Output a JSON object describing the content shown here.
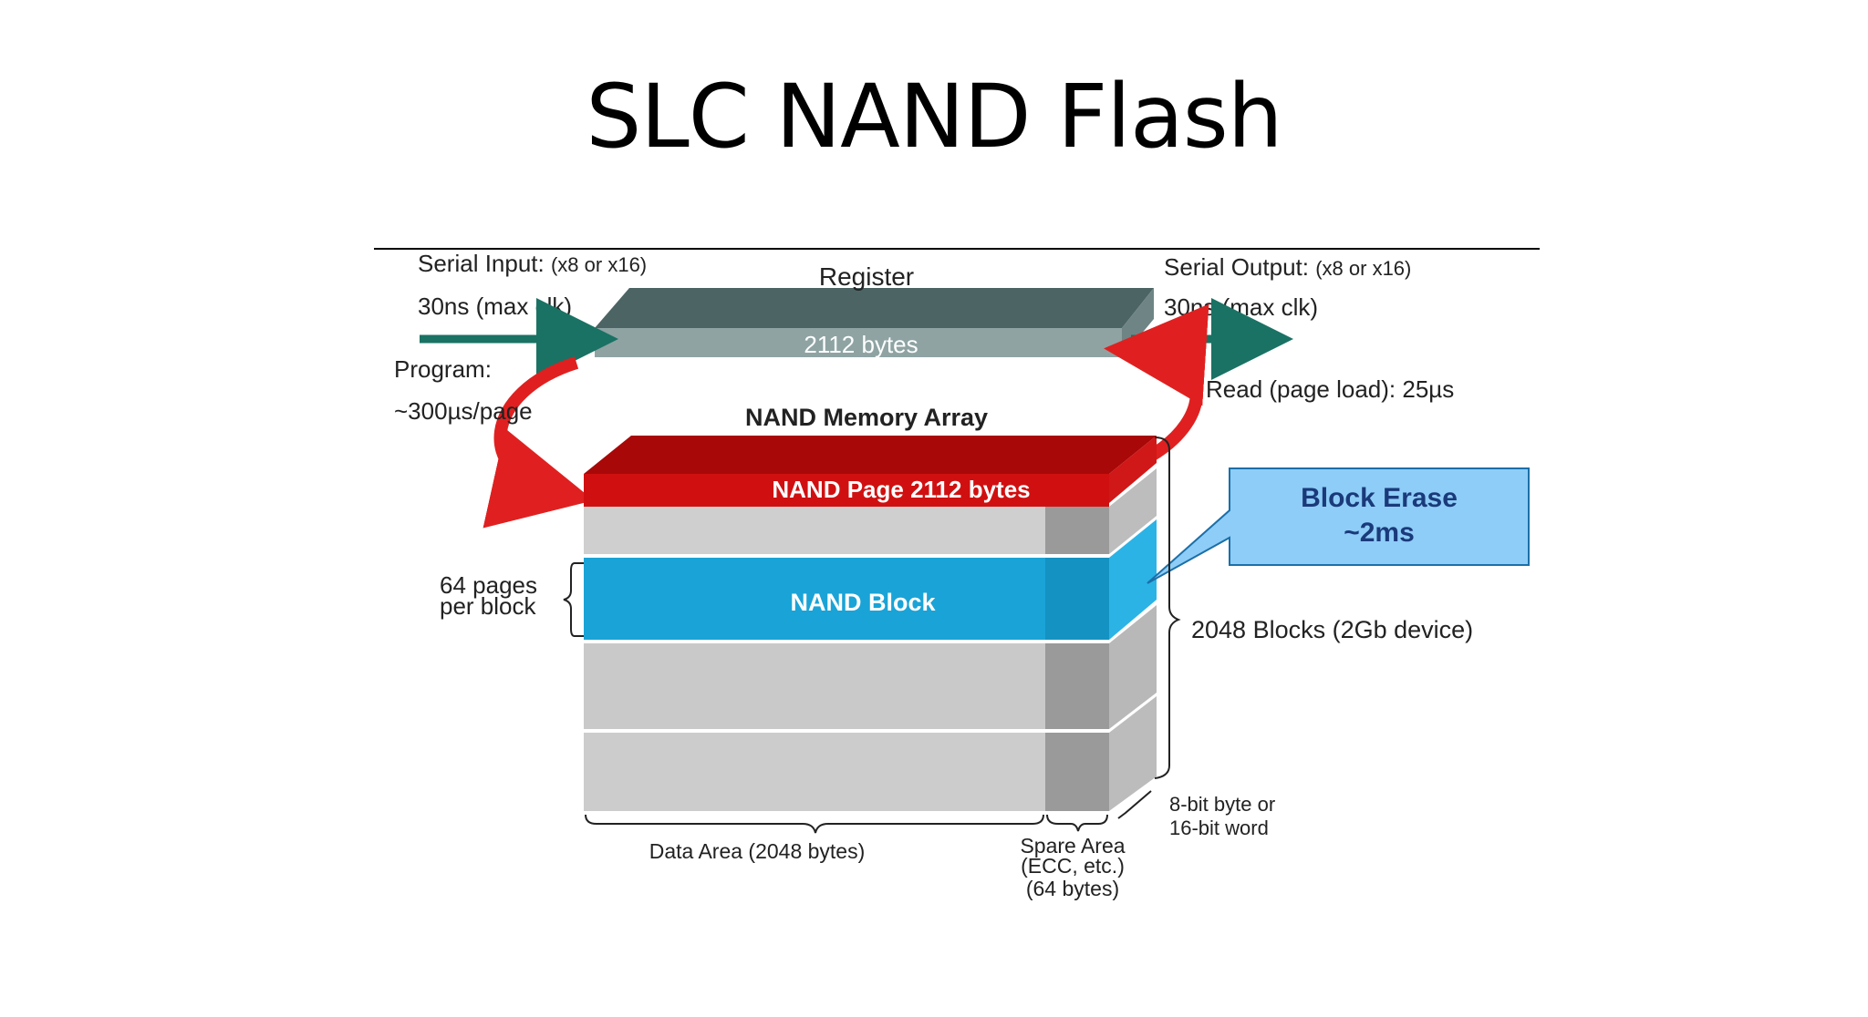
{
  "slide": {
    "title": "SLC NAND Flash"
  },
  "diagram": {
    "serial_input": {
      "label": "Serial Input:",
      "width": "(x8 or x16)",
      "timing": "30ns (max clk)"
    },
    "serial_output": {
      "label": "Serial Output:",
      "width": "(x8 or x16)",
      "timing": "30ns (max clk)"
    },
    "register": {
      "title": "Register",
      "size": "2112 bytes"
    },
    "program": {
      "line1": "Program:",
      "line2": "~300µs/page"
    },
    "read": {
      "label": "Read (page load): 25µs"
    },
    "array_title": "NAND Memory Array",
    "page_label": "NAND Page 2112 bytes",
    "block_label": "NAND Block",
    "pages_per_block": {
      "line1": "64 pages",
      "line2": "per block"
    },
    "callout": {
      "line1": "Block Erase",
      "line2": "~2ms"
    },
    "blocks_label": "2048 Blocks (2Gb device)",
    "word_width": {
      "line1": "8-bit byte or",
      "line2": "16-bit word"
    },
    "data_area": "Data Area (2048 bytes)",
    "spare_area": {
      "line1": "Spare Area",
      "line2": "(ECC, etc.)",
      "line3": "(64 bytes)"
    },
    "colors": {
      "register": "#3d5a5a",
      "page": "#c80f0f",
      "block": "#1a9fd0",
      "layer": "#c8c8c8",
      "arrow_teal": "#1a7264",
      "arrow_red": "#e02020",
      "callout": "#8ecdf7"
    }
  }
}
